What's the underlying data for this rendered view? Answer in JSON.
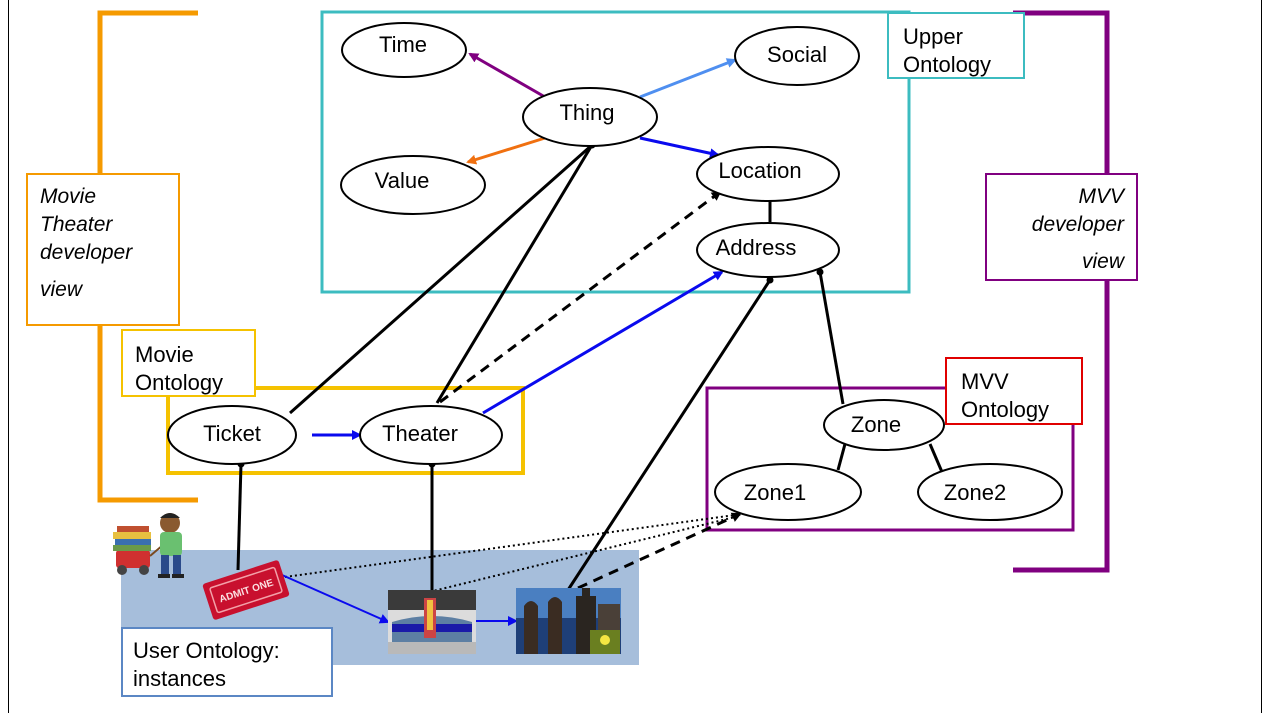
{
  "nodes": {
    "time": "Time",
    "social": "Social",
    "thing": "Thing",
    "value": "Value",
    "location": "Location",
    "address": "Address",
    "ticket": "Ticket",
    "theater": "Theater",
    "zone": "Zone",
    "zone1": "Zone1",
    "zone2": "Zone2"
  },
  "labels": {
    "upper_ontology": [
      "Upper",
      "Ontology"
    ],
    "movie_ontology": [
      "Movie",
      "Ontology"
    ],
    "mvv_ontology": [
      "MVV",
      "Ontology"
    ],
    "user_ontology": [
      "User Ontology:",
      "instances"
    ],
    "movie_theater_view": [
      "Movie",
      "Theater",
      "developer",
      "view"
    ],
    "mvv_view": [
      "MVV",
      "developer",
      "view"
    ]
  },
  "instances": {
    "ticket_text": "ADMIT ONE"
  },
  "colors": {
    "upper_box": "#3cbcc0",
    "movie_box": "#f5c200",
    "mvv_box": "#800080",
    "user_box_fill": "#a6bedb",
    "movie_bracket": "#f59a00",
    "mvv_bracket": "#800080",
    "mvv_label_border": "#e00000",
    "arrow_blue": "#0a0aee",
    "arrow_light_blue": "#4f8ff0",
    "arrow_purple": "#800080",
    "arrow_orange": "#f07010"
  }
}
